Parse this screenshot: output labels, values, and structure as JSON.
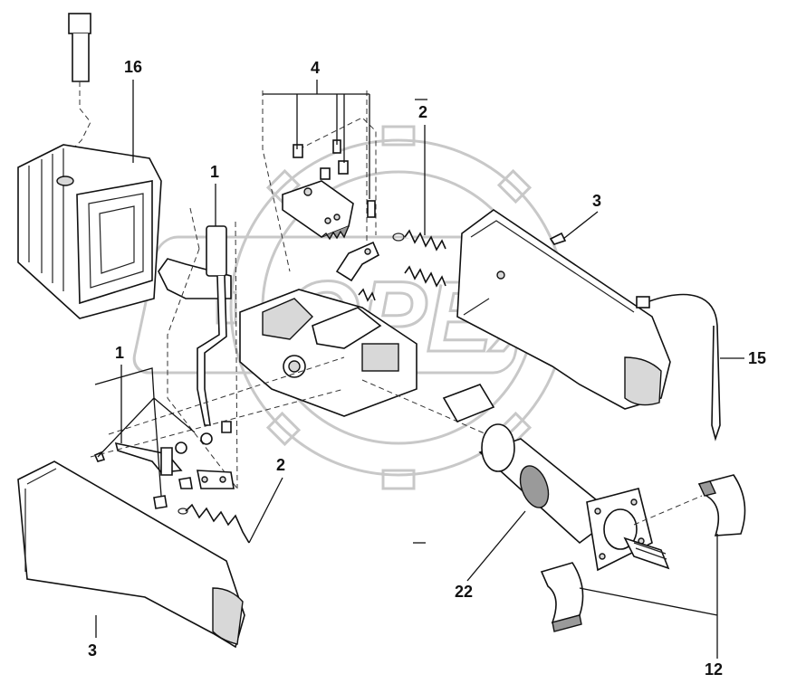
{
  "callouts": {
    "c16": "16",
    "c4": "4",
    "c2_top": "2",
    "c3_top": "3",
    "c1_upper": "1",
    "c1_lower": "1",
    "c15": "15",
    "c2_mid": "2",
    "c3_bottom": "3",
    "c22": "22",
    "c12": "12"
  },
  "watermark": {
    "text": "OPEX"
  }
}
